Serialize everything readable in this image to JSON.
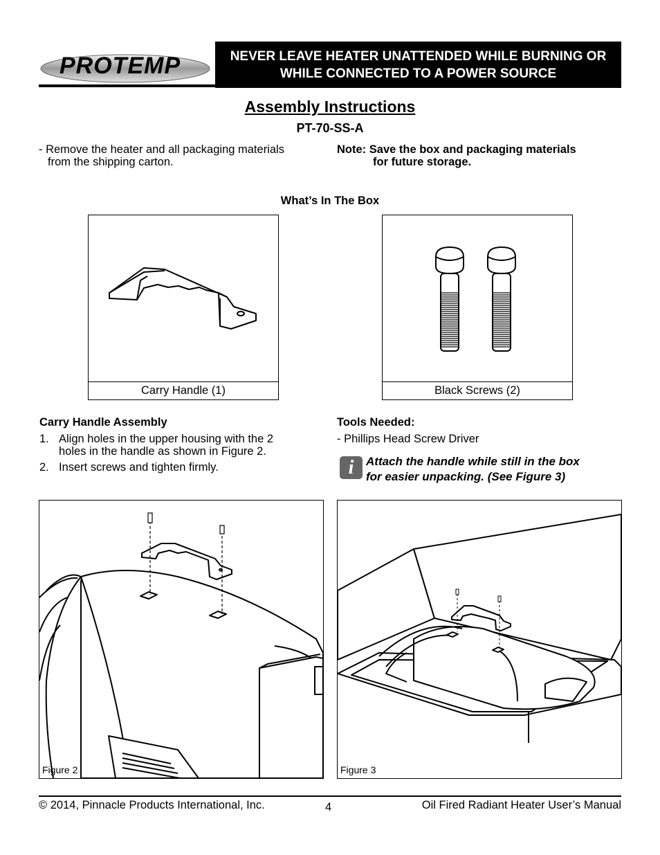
{
  "header": {
    "brand": "PROTEMP",
    "warning_line1": "NEVER LEAVE HEATER UNATTENDED WHILE BURNING OR",
    "warning_line2": "WHILE CONNECTED TO A POWER SOURCE"
  },
  "title": "Assembly Instructions",
  "model": "PT-70-SS-A",
  "intro": {
    "line1": "- Remove the heater and all packaging materials",
    "line2": "from the shipping carton.",
    "note_label": "Note:",
    "note_line1": "Save the box and packaging materials",
    "note_line2": "for future storage."
  },
  "box_contents": {
    "heading": "What’s In The Box",
    "item1": "Carry Handle (1)",
    "item2": "Black Screws (2)"
  },
  "assembly": {
    "heading": "Carry Handle Assembly",
    "step1_num": "1.",
    "step1_line1": "Align holes in the upper housing with the 2",
    "step1_line2": "holes in the handle as shown in Figure 2.",
    "step2_num": "2.",
    "step2": "Insert screws and tighten firmly."
  },
  "tools": {
    "heading": "Tools Needed:",
    "item": "- Phillips Head Screw Driver",
    "tip_line1": "Attach the handle while still in the box",
    "tip_line2": "for easier unpacking. (See Figure 3)"
  },
  "figures": {
    "fig2": "Figure 2",
    "fig3": "Figure 3"
  },
  "footer": {
    "copyright": "© 2014, Pinnacle Products International, Inc.",
    "page": "4",
    "manual": "Oil Fired Radiant Heater User’s Manual"
  }
}
